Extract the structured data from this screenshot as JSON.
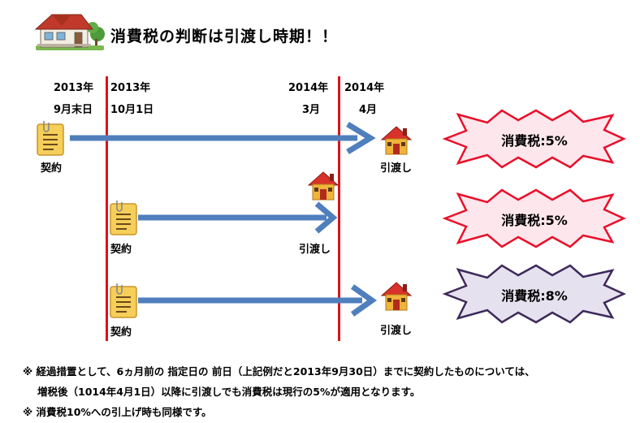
{
  "title": "消費税の判断は引渡し時期！！",
  "dates": [
    {
      "year": "2013年",
      "month": "9月末日"
    },
    {
      "year": "2013年",
      "month": "10月1日"
    },
    {
      "year": "2014年",
      "month": "3月"
    },
    {
      "year": "2014年",
      "month": "4月"
    }
  ],
  "rows": [
    {
      "contract_label": "契約",
      "delivery_label": "引渡し",
      "tax": "消費税:5%"
    },
    {
      "contract_label": "契約",
      "delivery_label": "引渡し",
      "tax": "消費税:5%"
    },
    {
      "contract_label": "契約",
      "delivery_label": "引渡し",
      "tax": "消費税:8%"
    }
  ],
  "notes": [
    "※ 経過措置として、6ヵ月前の 指定日の 前日（上記例だと2013年9月30日）までに契約したものについては、",
    "増税後（1014年4月1日）以降に引渡しでも消費税は現行の5%が適用となります。",
    "※ 消費税10%への引上げ時も同様です。"
  ],
  "colors": {
    "arrow": "#4f7fbc",
    "line": "#e0101a",
    "burst_red_stroke": "#e8102a",
    "burst_red_fill": "#fde6ec",
    "burst_purple_stroke": "#3d2a5a",
    "burst_purple_fill": "#e6e1ee"
  }
}
